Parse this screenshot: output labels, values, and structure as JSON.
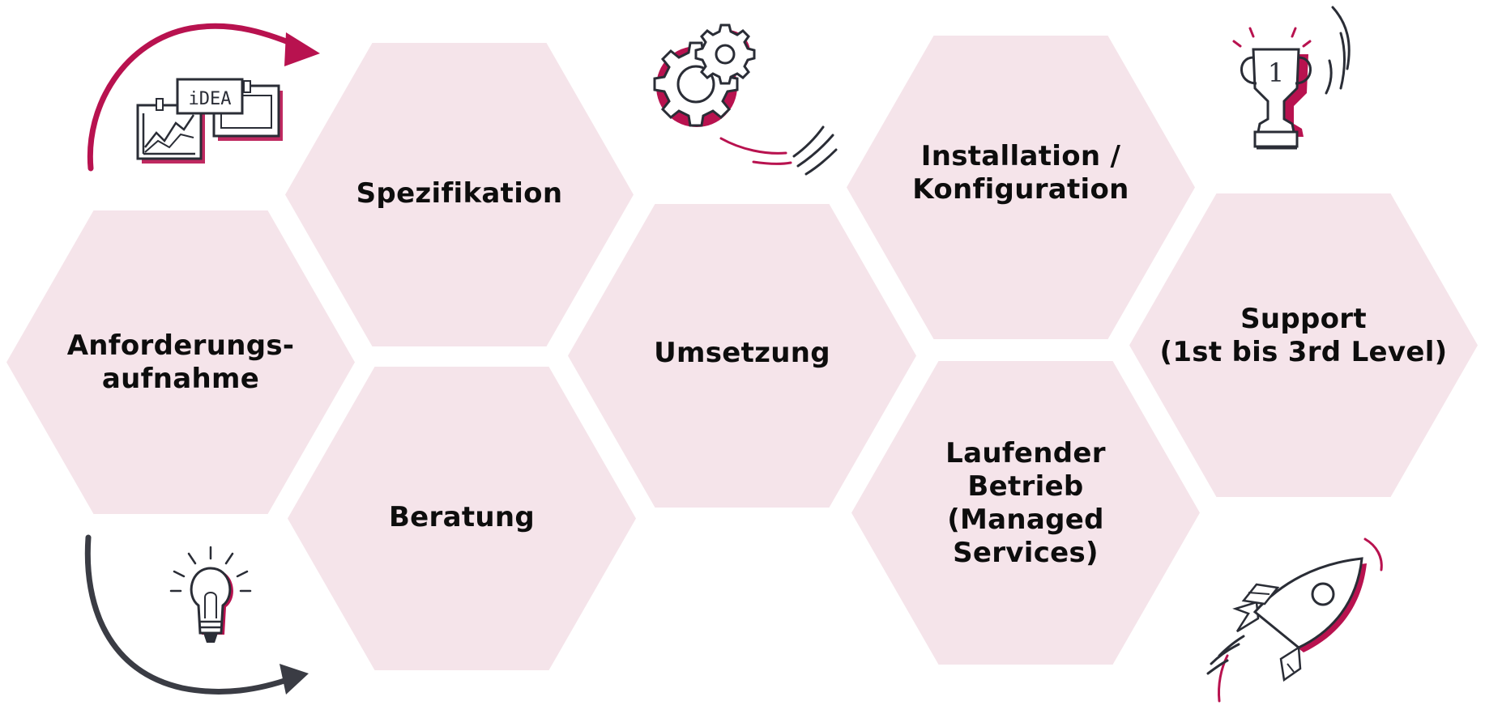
{
  "colors": {
    "hex_fill": "#f5e4ea",
    "accent": "#b8124f",
    "ink": "#2a2d36",
    "text": "#0d0d0d"
  },
  "steps": [
    {
      "id": "anforderungsaufnahme",
      "label": "Anforderungs-\naufnahme"
    },
    {
      "id": "spezifikation",
      "label": "Spezifikation"
    },
    {
      "id": "beratung",
      "label": "Beratung"
    },
    {
      "id": "umsetzung",
      "label": "Umsetzung"
    },
    {
      "id": "installation",
      "label": "Installation /\nKonfiguration"
    },
    {
      "id": "laufender-betrieb",
      "label": "Laufender\nBetrieb\n(Managed\nServices)"
    },
    {
      "id": "support",
      "label": "Support\n(1st bis 3rd Level)"
    }
  ],
  "icons": {
    "idea_board": {
      "name": "idea-board-icon",
      "text": "iDEA"
    },
    "gears": {
      "name": "gears-icon"
    },
    "trophy": {
      "name": "trophy-icon",
      "text": "1"
    },
    "lightbulb": {
      "name": "lightbulb-icon"
    },
    "rocket": {
      "name": "rocket-icon"
    }
  }
}
